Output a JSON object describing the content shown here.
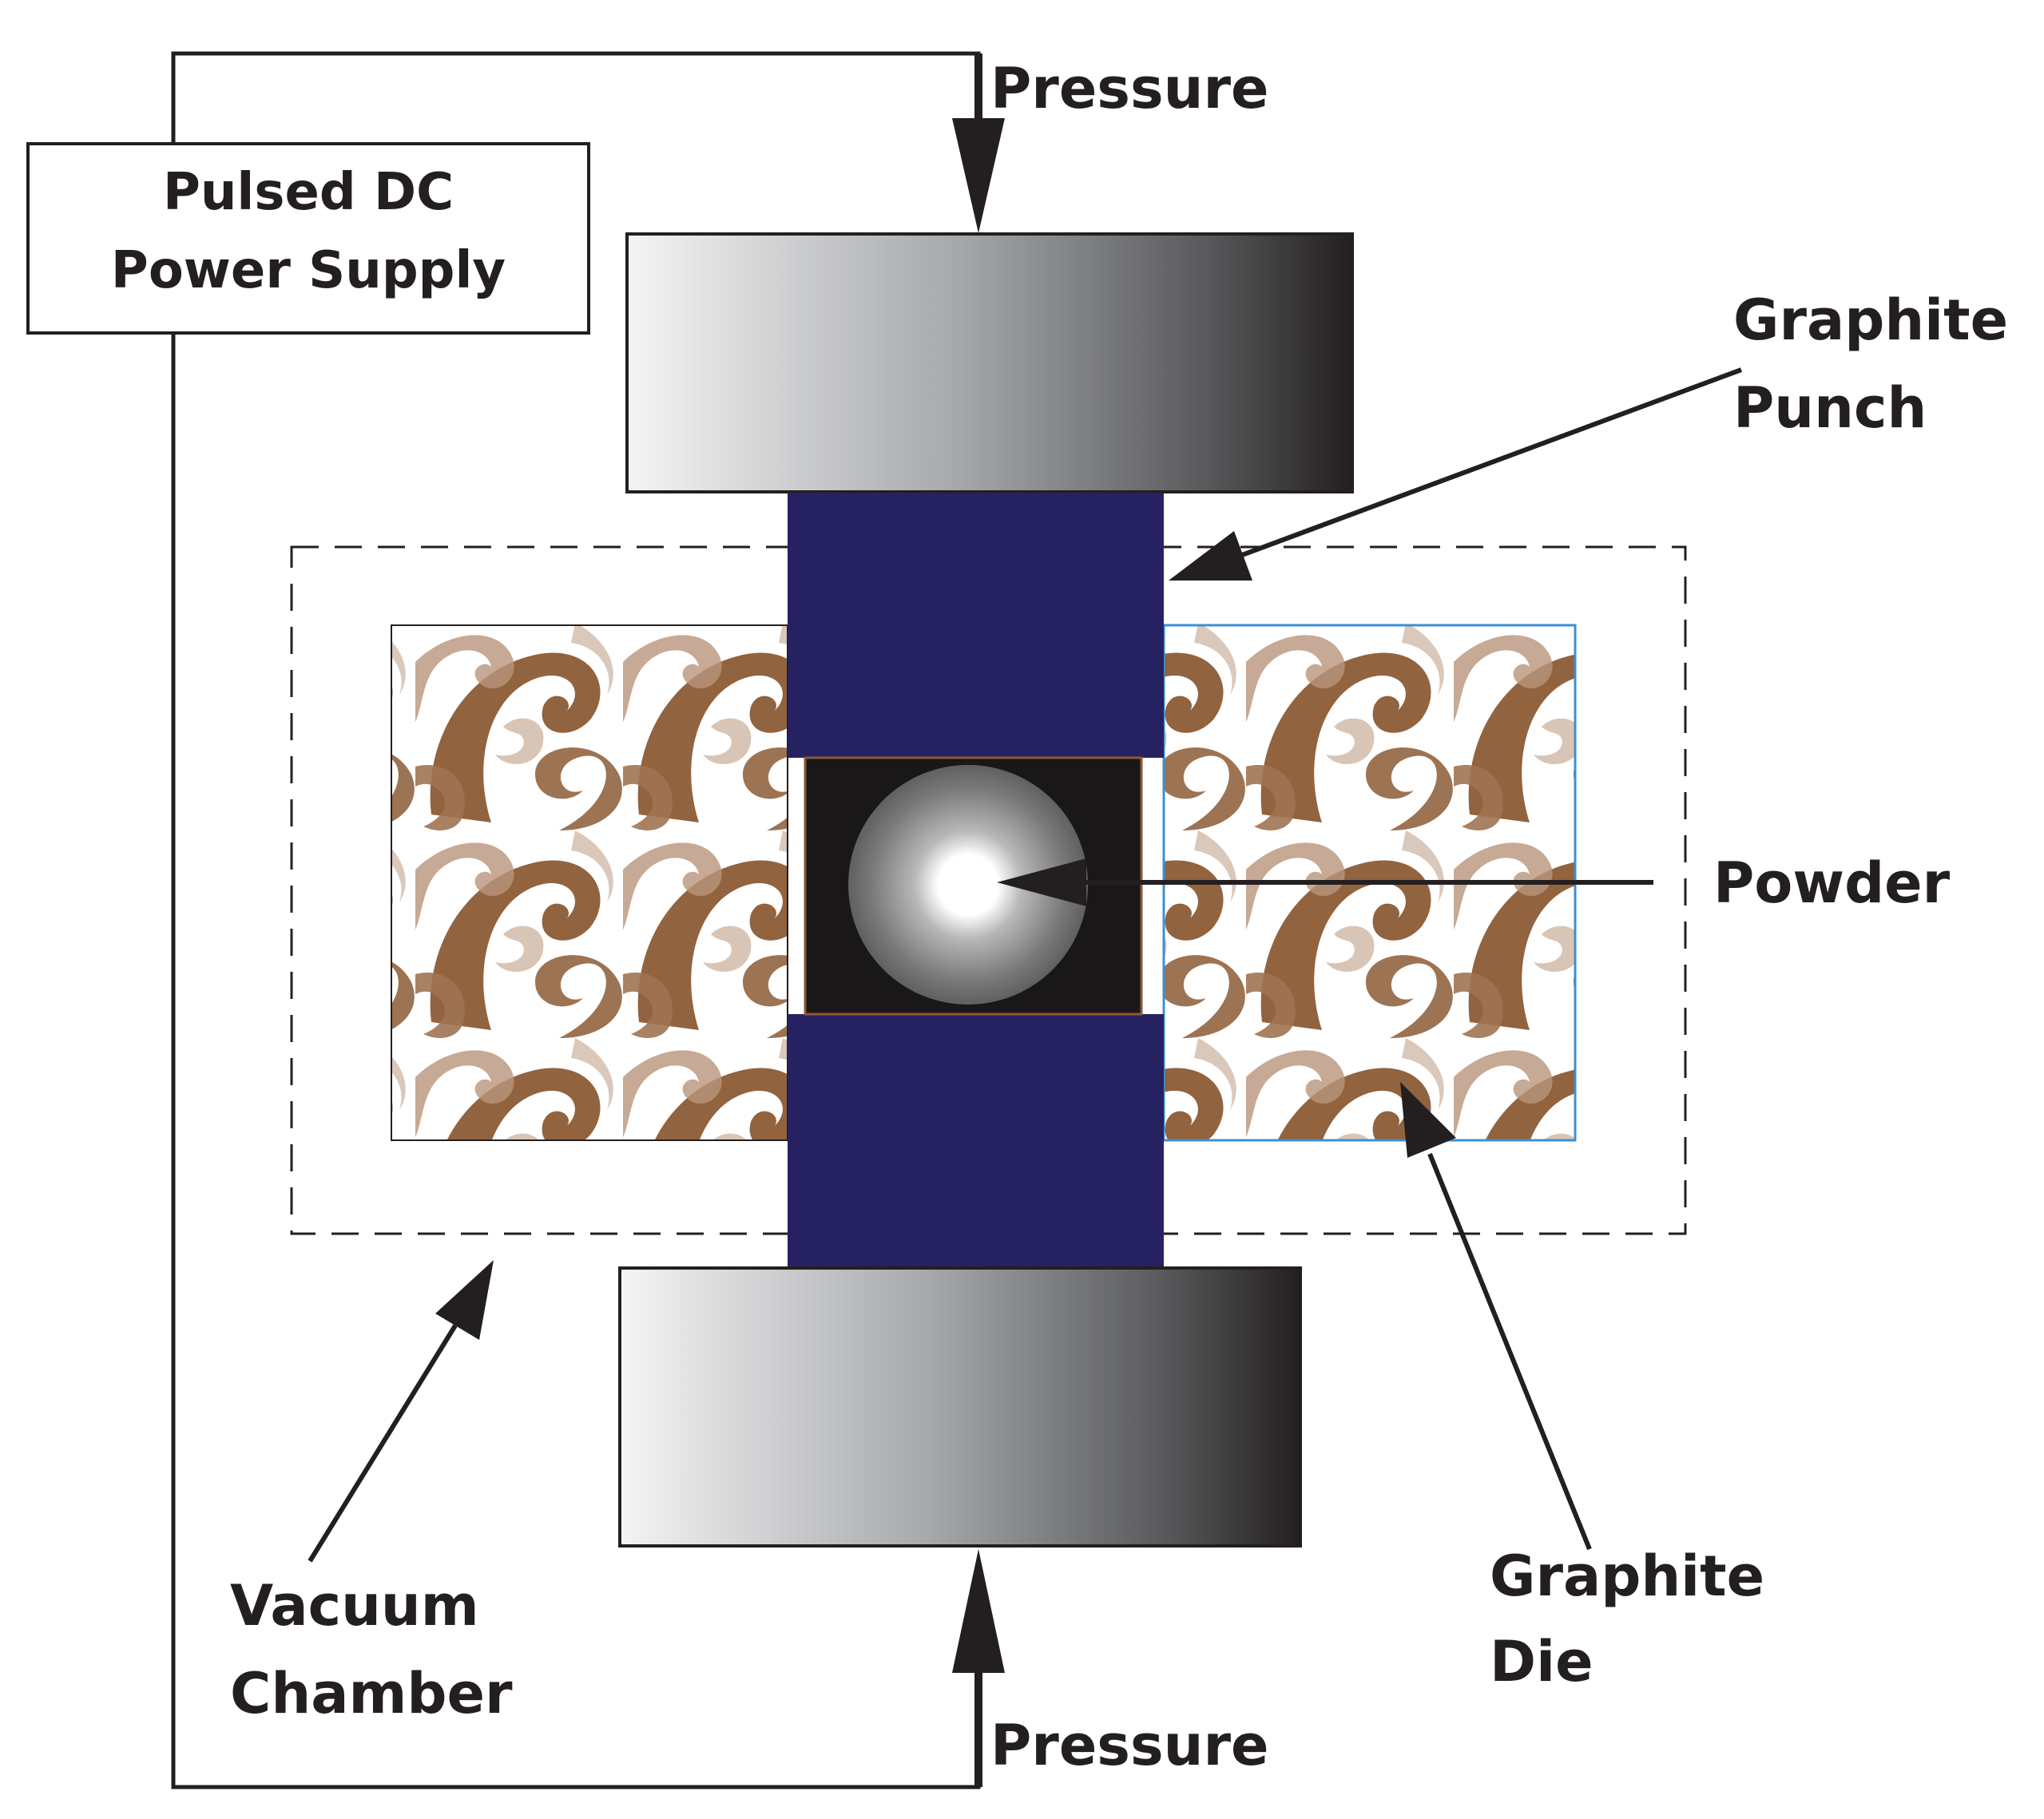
{
  "power_supply": {
    "line1": "Pulsed DC",
    "line2": "Power Supply"
  },
  "labels": {
    "pressure_top": "Pressure",
    "pressure_bottom": "Pressure",
    "graphite_punch": {
      "line1": "Graphite",
      "line2": "Punch"
    },
    "powder": "Powder",
    "graphite_die": {
      "line1": "Graphite",
      "line2": "Die"
    },
    "vacuum_chamber": {
      "line1": "Vacuum",
      "line2": "Chamber"
    }
  },
  "colors": {
    "punch": "#262262",
    "die_brown": "#8b5a35",
    "die_light": "#d4bfae",
    "powder_box": "#1a1718",
    "line": "#231f20"
  }
}
